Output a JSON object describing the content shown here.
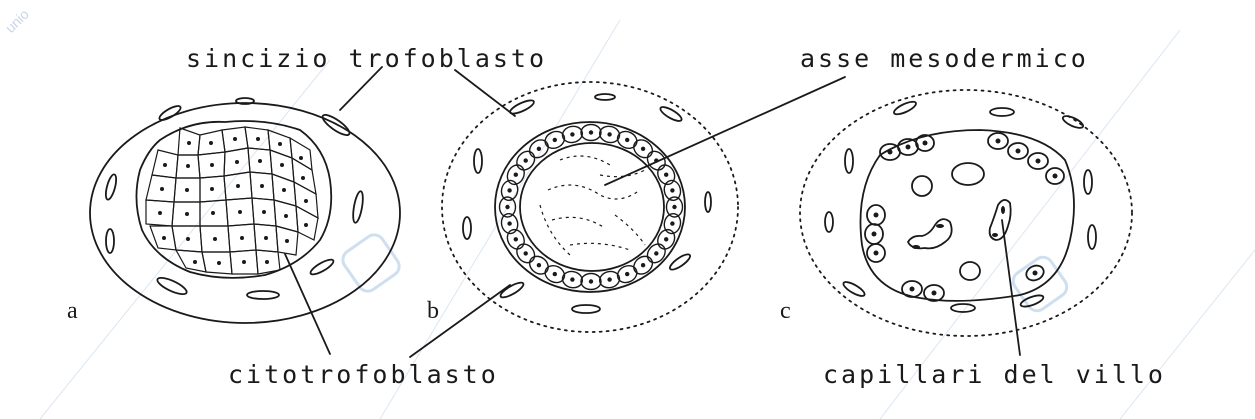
{
  "labels": {
    "top_left": "sincizio trofoblasto",
    "top_right": "asse mesodermico",
    "bottom_left": "citotrofoblasto",
    "bottom_right": "capillari del villo"
  },
  "panels": {
    "a": "a",
    "b": "b",
    "c": "c"
  },
  "watermark": "unio",
  "colors": {
    "ink": "#1a1a1a",
    "watermark": "#c9d6e6",
    "background": "#ffffff"
  }
}
